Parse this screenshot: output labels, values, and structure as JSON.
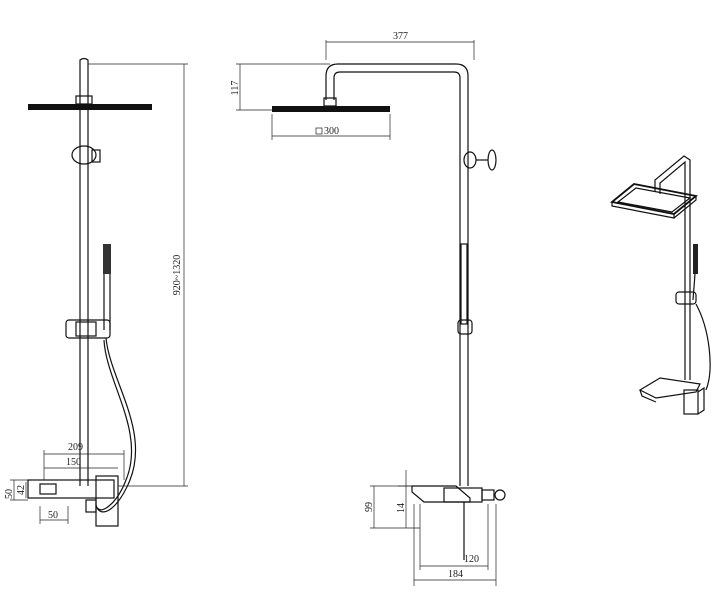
{
  "front_view": {
    "height_range": "920~1320",
    "width_209": "209",
    "width_150": "150",
    "height_50": "50",
    "height_42": "42",
    "width_50": "50"
  },
  "side_view": {
    "arm_length": "377",
    "arm_height": "117",
    "head_size": "300",
    "mixer_height": "99",
    "spout_height": "14",
    "depth_120": "120",
    "depth_184": "184"
  }
}
